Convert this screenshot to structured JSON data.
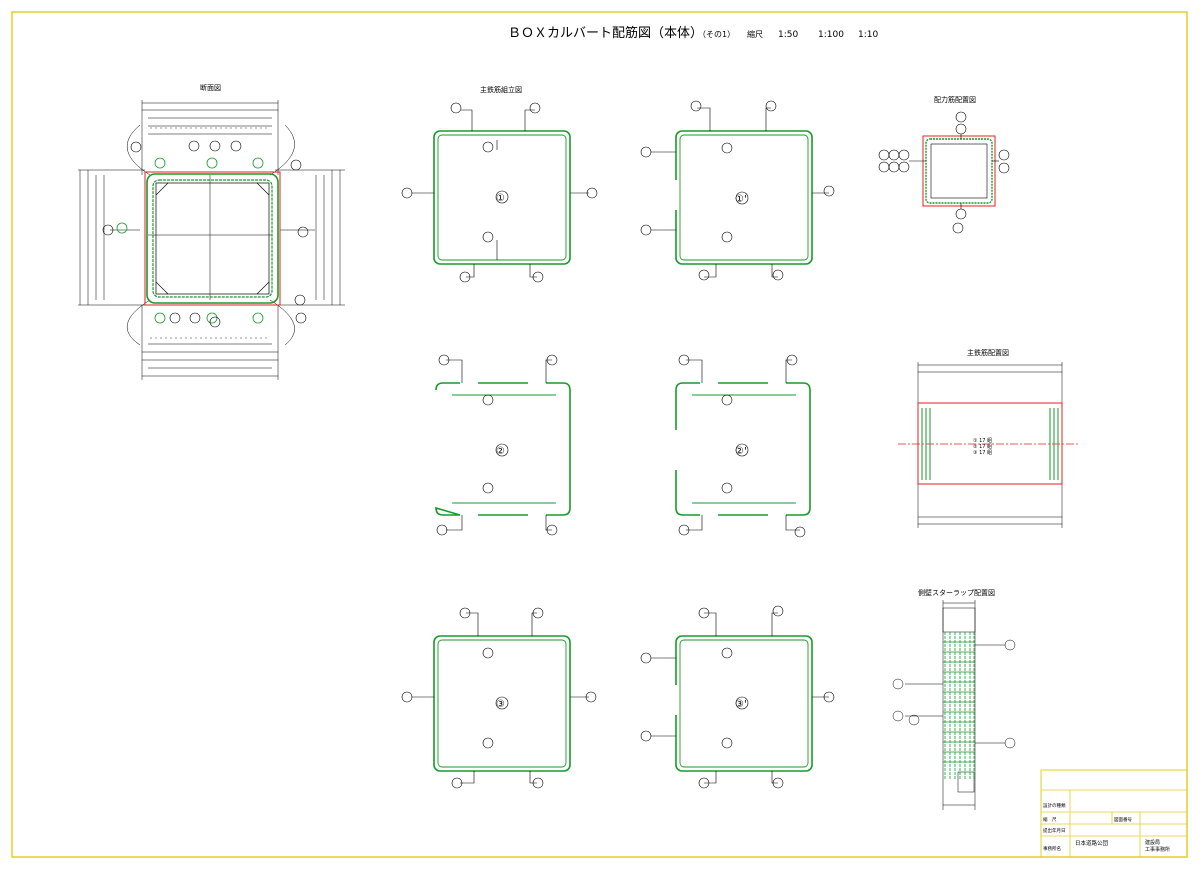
{
  "drawing": {
    "title": "ＢＯＸカルバート配筋図（本体）",
    "sheet_no": "（その1）",
    "scale_label": "縮尺",
    "scales": [
      "1:50",
      "1:100",
      "1:10"
    ]
  },
  "views": {
    "section": "断面図",
    "main_bar_assembly": "主鉄筋組立図",
    "distribution_bar": "配力筋配置図",
    "main_bar_layout": "主鉄筋配置図",
    "side_wall_stirrup": "側壁スターラップ配置図"
  },
  "panels": [
    {
      "label": "①"
    },
    {
      "label": "①'"
    },
    {
      "label": "②"
    },
    {
      "label": "②'"
    },
    {
      "label": "③"
    },
    {
      "label": "③'"
    }
  ],
  "layout_notes": [
    "① 17 組",
    "② 17 組",
    "③ 17 組"
  ],
  "title_block": {
    "row1": "",
    "row2_label": "設計の種類",
    "row3_a": "縮　尺",
    "row3_b": "図面番号",
    "row4_label": "提出年月日",
    "row5_label": "事務所名",
    "org": "日本道路公団",
    "office_1": "建設局",
    "office_2": "工事事務所"
  },
  "colors": {
    "frame": "#e0cf2a",
    "rebar": "#1a9a2a",
    "outline": "#e02020",
    "ink": "#000000"
  }
}
